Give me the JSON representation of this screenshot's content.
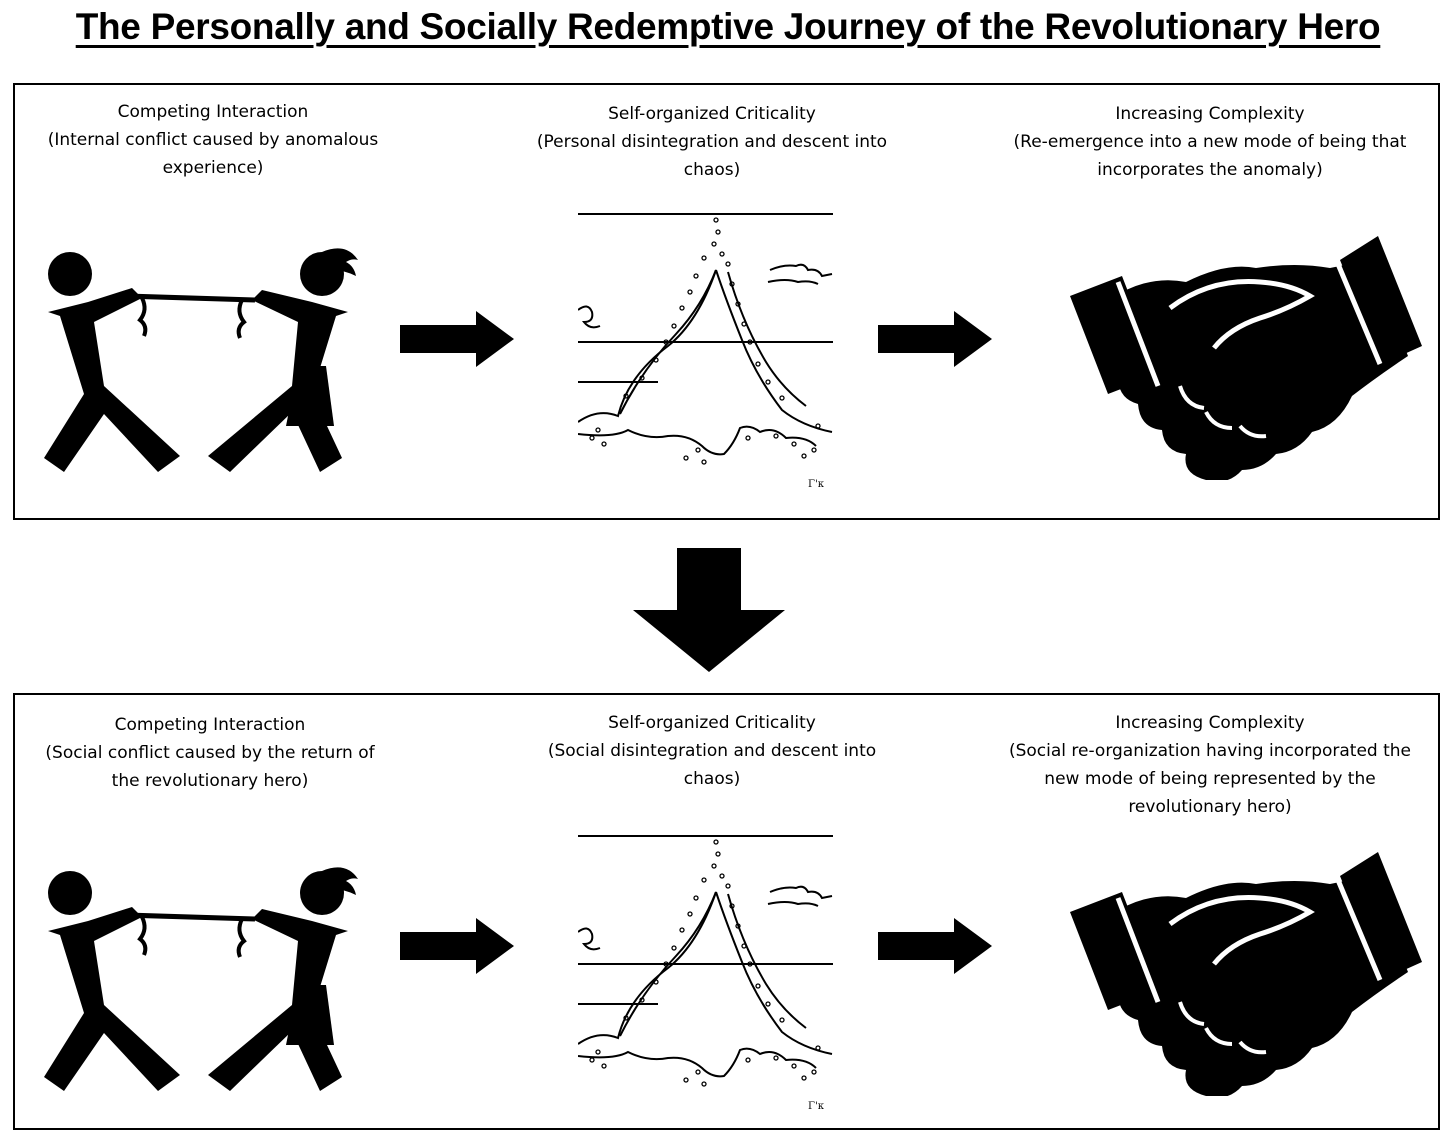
{
  "title": "The Personally and Socially Redemptive Journey of the Revolutionary Hero",
  "panels": [
    {
      "stages": [
        {
          "heading": "Competing Interaction",
          "description": "(Internal conflict caused by anomalous experience)",
          "icon": "tug-of-war-icon"
        },
        {
          "heading": "Self-organized Criticality",
          "description": "(Personal disintegration and descent into chaos)",
          "icon": "sandpile-icon"
        },
        {
          "heading": "Increasing Complexity",
          "description": "(Re-emergence into a new mode of being that incorporates the anomaly)",
          "icon": "handshake-icon"
        }
      ]
    },
    {
      "stages": [
        {
          "heading": "Competing Interaction",
          "description": "(Social conflict caused by the return of the revolutionary hero)",
          "icon": "tug-of-war-icon"
        },
        {
          "heading": "Self-organized Criticality",
          "description": "(Social disintegration and descent into chaos)",
          "icon": "sandpile-icon"
        },
        {
          "heading": "Increasing Complexity",
          "description": "(Social re-organization having incorporated the new mode of being represented by the revolutionary hero)",
          "icon": "handshake-icon"
        }
      ]
    }
  ],
  "figure_caption": "Γ'κ",
  "colors": {
    "ink": "#000000",
    "paper": "#ffffff"
  }
}
